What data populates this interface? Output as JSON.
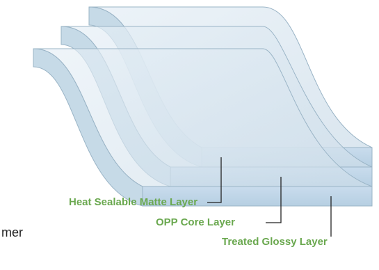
{
  "labels": {
    "heat_sealable": "Heat Sealable Matte Layer",
    "opp_core": "OPP Core Layer",
    "treated_glossy": "Treated Glossy Layer"
  },
  "cropped_text": "mer",
  "colors": {
    "label_green": "#6aa84f",
    "film_fill": "#d3e3ee",
    "film_edge": "#9ab4c6",
    "film_side": "#bcd3e3",
    "leader_line": "#222222"
  }
}
